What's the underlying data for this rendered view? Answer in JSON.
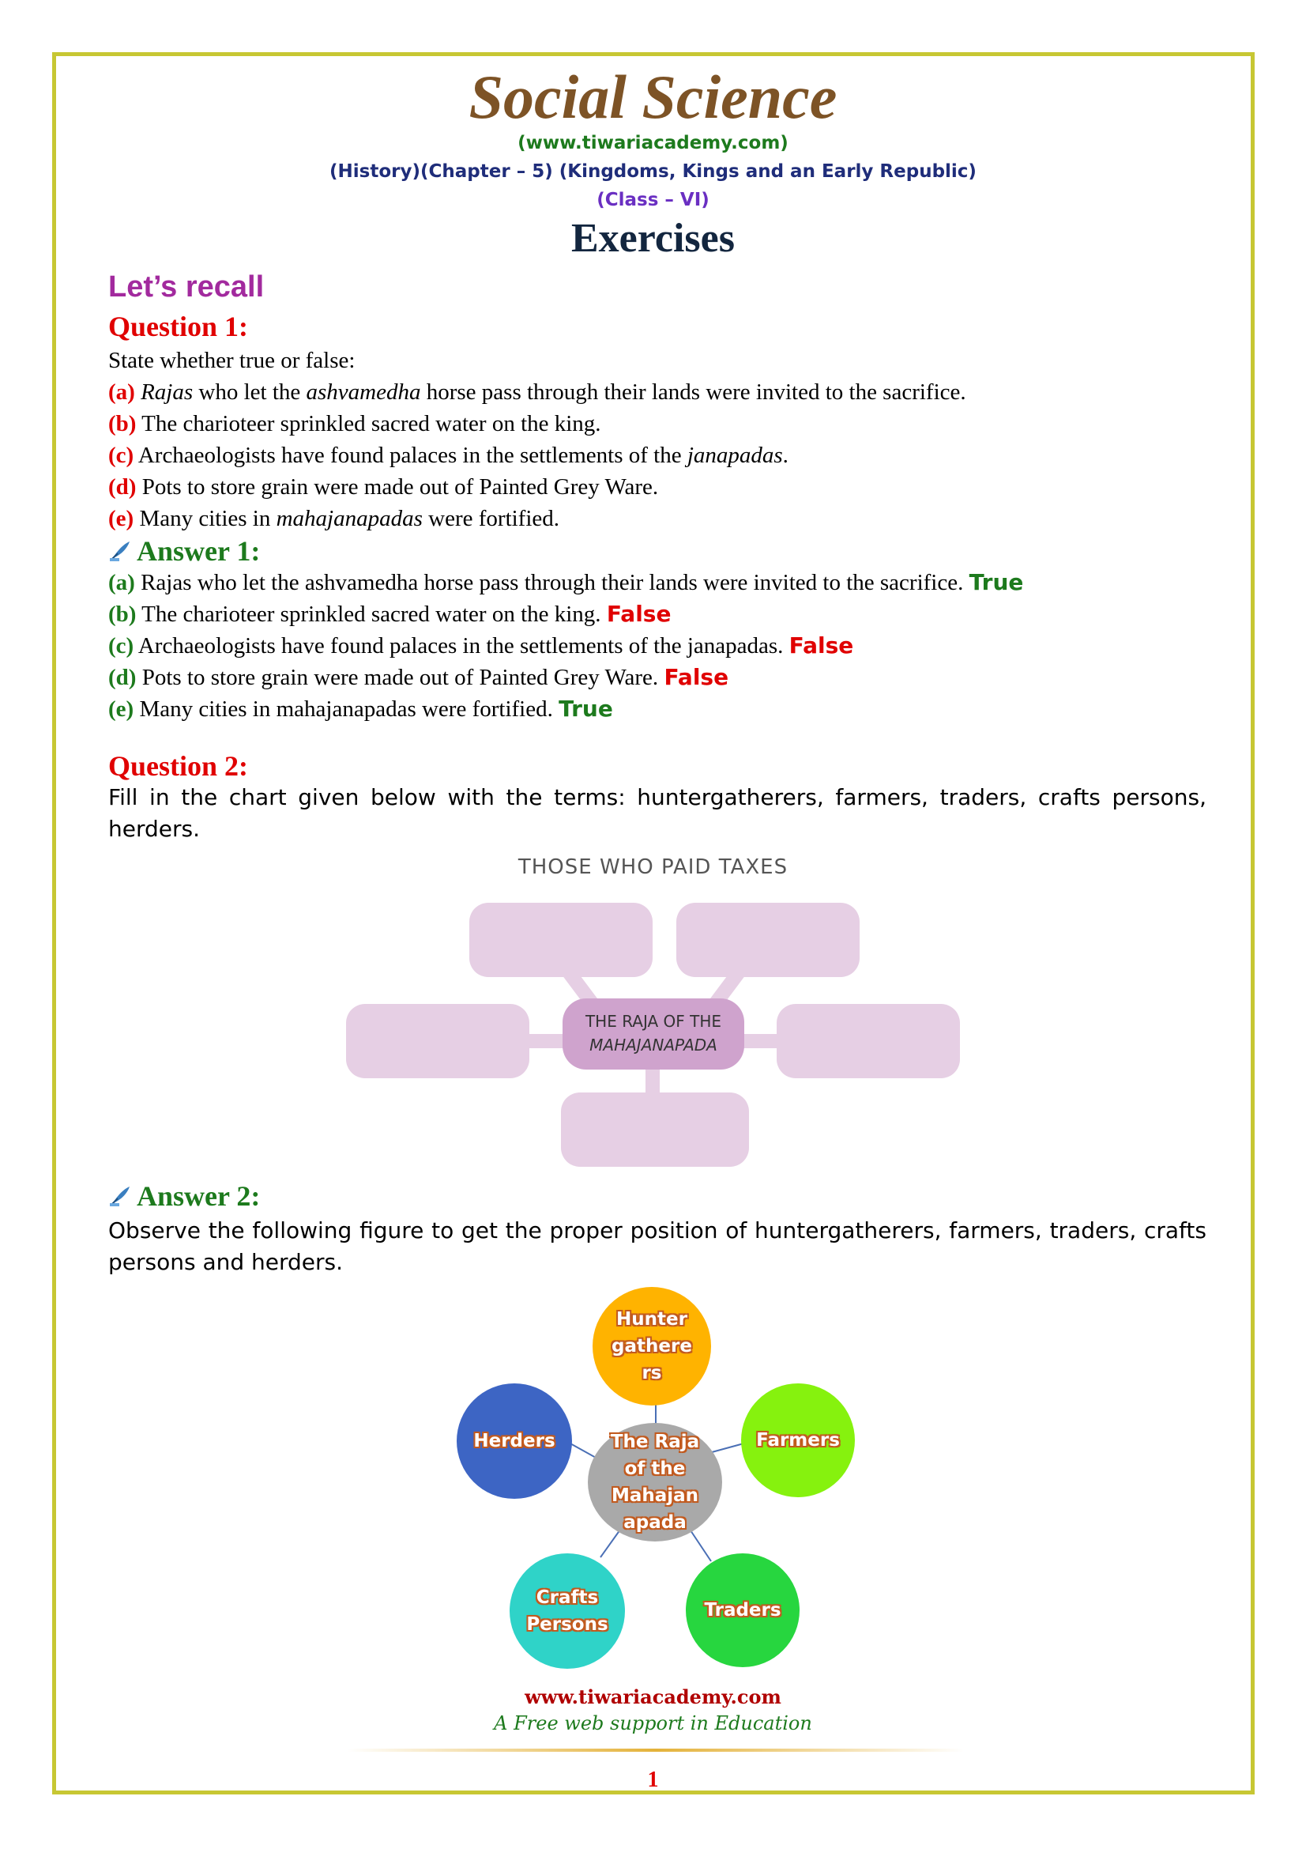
{
  "header": {
    "title": "Social Science",
    "website": "(www.tiwariacademy.com)",
    "chapter": "(History)(Chapter – 5) (Kingdoms, Kings and an Early Republic)",
    "class": "(Class – VI)",
    "heading": "Exercises"
  },
  "section_title": "Let’s recall",
  "q1": {
    "heading": "Question 1:",
    "prompt": "State whether true or false:",
    "items": [
      {
        "label": "(a)",
        "pre": "",
        "i1": "Rajas",
        "mid1": " who let the ",
        "i2": "ashvamedha",
        "mid2": " horse pass through their lands were invited to the sacrifice."
      },
      {
        "label": "(b)",
        "text": " The charioteer sprinkled sacred water on the king."
      },
      {
        "label": "(c)",
        "pre": " Archaeologists have found palaces in the settlements of the ",
        "i1": "janapadas",
        "post": "."
      },
      {
        "label": "(d)",
        "text": " Pots to store grain were made out of Painted Grey Ware."
      },
      {
        "label": "(e)",
        "pre": " Many cities in ",
        "i1": "mahajanapadas",
        "post": " were fortified."
      }
    ]
  },
  "a1": {
    "heading": "Answer 1:",
    "items": [
      {
        "label": "(a)",
        "text": " Rajas who let the ashvamedha horse pass through their lands were invited to the sacrifice. ",
        "verdict": "True"
      },
      {
        "label": "(b)",
        "text": " The charioteer sprinkled sacred water on the king. ",
        "verdict": "False"
      },
      {
        "label": "(c)",
        "text": " Archaeologists have found palaces in the settlements of the janapadas. ",
        "verdict": "False"
      },
      {
        "label": "(d)",
        "text": " Pots to store grain were made out of Painted Grey Ware. ",
        "verdict": "False"
      },
      {
        "label": "(e)",
        "text": " Many cities in mahajanapadas were fortified. ",
        "verdict": "True"
      }
    ]
  },
  "q2": {
    "heading": "Question 2:",
    "line1": "Fill in the chart given below with the terms: huntergatherers, farmers, traders, crafts persons,",
    "line2": "herders.",
    "chart_title": "THOSE WHO PAID TAXES",
    "center_line1": "THE RAJA OF THE",
    "center_line2": "MAHAJANAPADA"
  },
  "a2": {
    "heading": "Answer 2:",
    "line1": "Observe the following figure to get the proper position of huntergatherers, farmers, traders, crafts",
    "line2": "persons and herders.",
    "center": [
      "The Raja",
      "of the",
      "Mahajan",
      "apada"
    ],
    "nodes": [
      {
        "lines": [
          "Hunter",
          "gathere",
          "rs"
        ],
        "color": "#ffb300"
      },
      {
        "lines": [
          "Farmers"
        ],
        "color": "#86f20e"
      },
      {
        "lines": [
          "Traders"
        ],
        "color": "#27d63f"
      },
      {
        "lines": [
          "Crafts",
          "Persons"
        ],
        "color": "#2fd3c8"
      },
      {
        "lines": [
          "Herders"
        ],
        "color": "#3d65c4"
      }
    ],
    "center_color": "#a9a9a9",
    "connector_color": "#4a6fb5"
  },
  "footer": {
    "url": "www.tiwariacademy.com",
    "tagline": "A Free web support in Education",
    "page": "1"
  }
}
